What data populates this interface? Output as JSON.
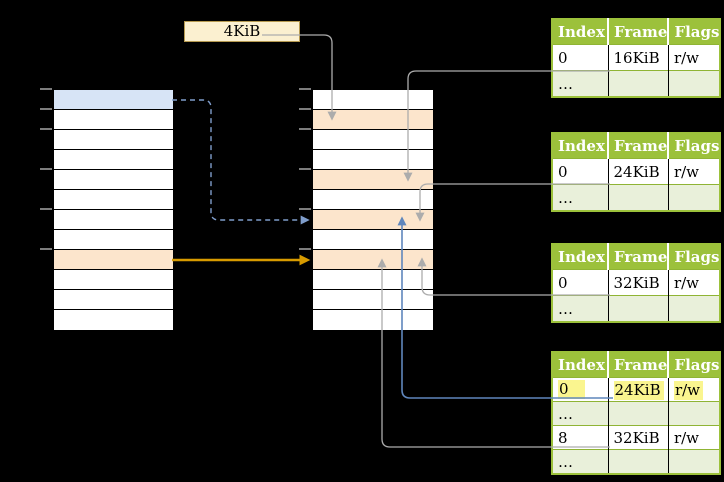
{
  "size_label": {
    "text": "4KiB"
  },
  "memory": {
    "left": [
      "blue",
      "white",
      "white",
      "white",
      "white",
      "white",
      "white",
      "white",
      "orange",
      "white",
      "white",
      "white"
    ],
    "middle": [
      "white",
      "orange",
      "white",
      "white",
      "orange",
      "white",
      "orange",
      "white",
      "orange",
      "white",
      "white",
      "white"
    ],
    "tick_rows": [
      0,
      1,
      2,
      4,
      6,
      8
    ]
  },
  "tables": [
    {
      "headers": [
        "Index",
        "Frame",
        "Flags"
      ],
      "rows": [
        {
          "cells": [
            "0",
            "16KiB",
            "r/w"
          ]
        },
        {
          "cells": [
            "…",
            "",
            ""
          ],
          "muted": true
        }
      ]
    },
    {
      "headers": [
        "Index",
        "Frame",
        "Flags"
      ],
      "rows": [
        {
          "cells": [
            "0",
            "24KiB",
            "r/w"
          ]
        },
        {
          "cells": [
            "…",
            "",
            ""
          ],
          "muted": true
        }
      ]
    },
    {
      "headers": [
        "Index",
        "Frame",
        "Flags"
      ],
      "rows": [
        {
          "cells": [
            "0",
            "32KiB",
            "r/w"
          ]
        },
        {
          "cells": [
            "…",
            "",
            ""
          ],
          "muted": true
        }
      ]
    },
    {
      "headers": [
        "Index",
        "Frame",
        "Flags"
      ],
      "rows": [
        {
          "cells": [
            "0",
            "24KiB",
            "r/w"
          ],
          "highlight": true
        },
        {
          "cells": [
            "…",
            "",
            ""
          ],
          "muted": true
        },
        {
          "cells": [
            "8",
            "32KiB",
            "r/w"
          ]
        },
        {
          "cells": [
            "…",
            "",
            ""
          ],
          "muted": true
        }
      ]
    }
  ],
  "connections": [
    {
      "from": "size-label 4KiB",
      "to": "physical frame at 4KiB",
      "style": "gray"
    },
    {
      "from": "table-1 entry 0",
      "to": "physical frame at 16KiB",
      "style": "gray"
    },
    {
      "from": "table-2 entry 0",
      "to": "physical frame at 24KiB",
      "style": "gray"
    },
    {
      "from": "table-3 entry 0",
      "to": "physical frame at 32KiB",
      "style": "gray"
    },
    {
      "from": "table-4 entry 0",
      "to": "physical frame at 24KiB",
      "style": "blue"
    },
    {
      "from": "table-4 entry 8",
      "to": "physical frame at 32KiB",
      "style": "gray"
    },
    {
      "from": "virtual page row 0",
      "to": "physical frame row 6",
      "style": "blue-dashed"
    },
    {
      "from": "virtual page row 8",
      "to": "physical frame row 8",
      "style": "orange"
    }
  ],
  "colors": {
    "background": "#000000",
    "table_green": "#9CC13B",
    "table_row_separator": "#8FB434",
    "table_light_row": "#E9F0DA",
    "row_white": "#FFFFFF",
    "page_blue": "#D7E4F6",
    "frame_orange": "#FCE5CC",
    "tick_gray": "#7D7D7D",
    "connector_gray": "#ACACAC",
    "pointer_blue": "#5F86BC",
    "dashed_blue": "#7F9DCB",
    "map_orange": "#D79B00",
    "label_fill": "#FBF0D0",
    "label_border": "#B69A50",
    "highlight_yellow": "#FAF58F"
  }
}
